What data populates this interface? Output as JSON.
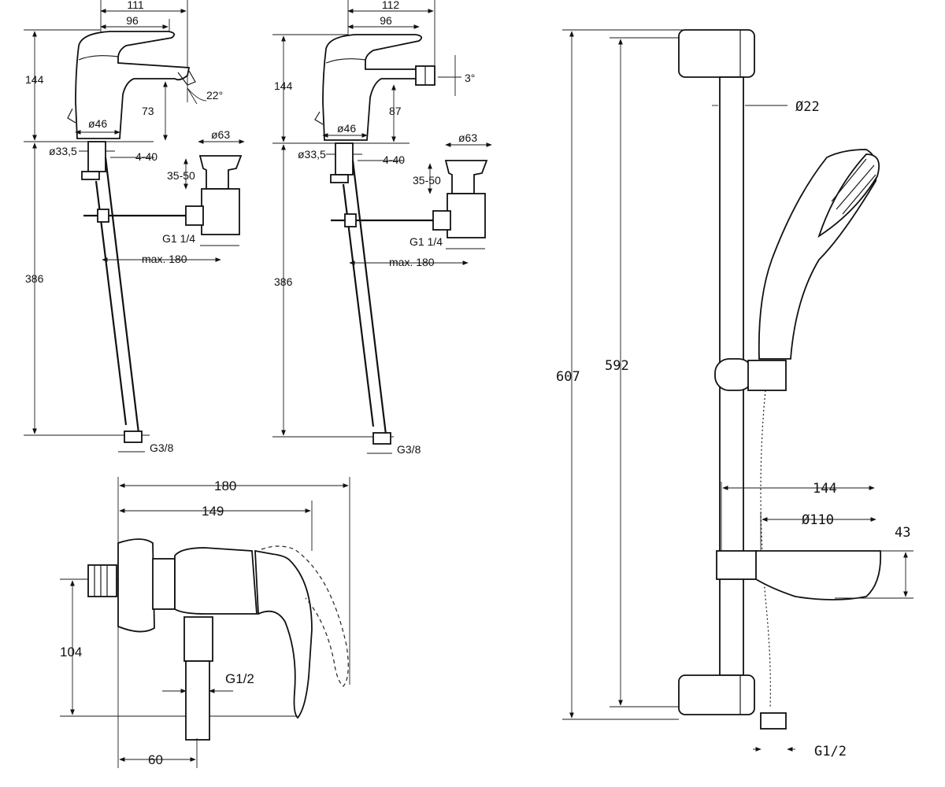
{
  "basin_mixer": {
    "width_overall": "111",
    "width_spout": "96",
    "height_top": "144",
    "spout_height": "73",
    "spout_angle": "22°",
    "body_dia": "ø46",
    "pipe_dia": "ø33,5",
    "thickness": "4-40",
    "waste_dia": "ø63",
    "waste_range": "35-50",
    "waste_thread": "G1 1/4",
    "rod_length": "max. 180",
    "hose_length": "386",
    "inlet_thread": "G3/8"
  },
  "bidet_mixer": {
    "width_overall": "112",
    "width_spout": "96",
    "height_top": "144",
    "spout_height": "87",
    "spout_angle": "3°",
    "body_dia": "ø46",
    "pipe_dia": "ø33,5",
    "thickness": "4-40",
    "waste_dia": "ø63",
    "waste_range": "35-50",
    "waste_thread": "G1 1/4",
    "rod_length": "max. 180",
    "hose_length": "386",
    "inlet_thread": "G3/8"
  },
  "shower_mixer": {
    "width_overall": "180",
    "width_body": "149",
    "height": "104",
    "inlet_thread": "G1/2",
    "offset": "60"
  },
  "shower_rail": {
    "height_overall": "607",
    "height_rail": "592",
    "rail_dia": "Ø22",
    "dish_width": "144",
    "dish_dia": "Ø110",
    "dish_height": "43",
    "hose_thread": "G1/2"
  }
}
